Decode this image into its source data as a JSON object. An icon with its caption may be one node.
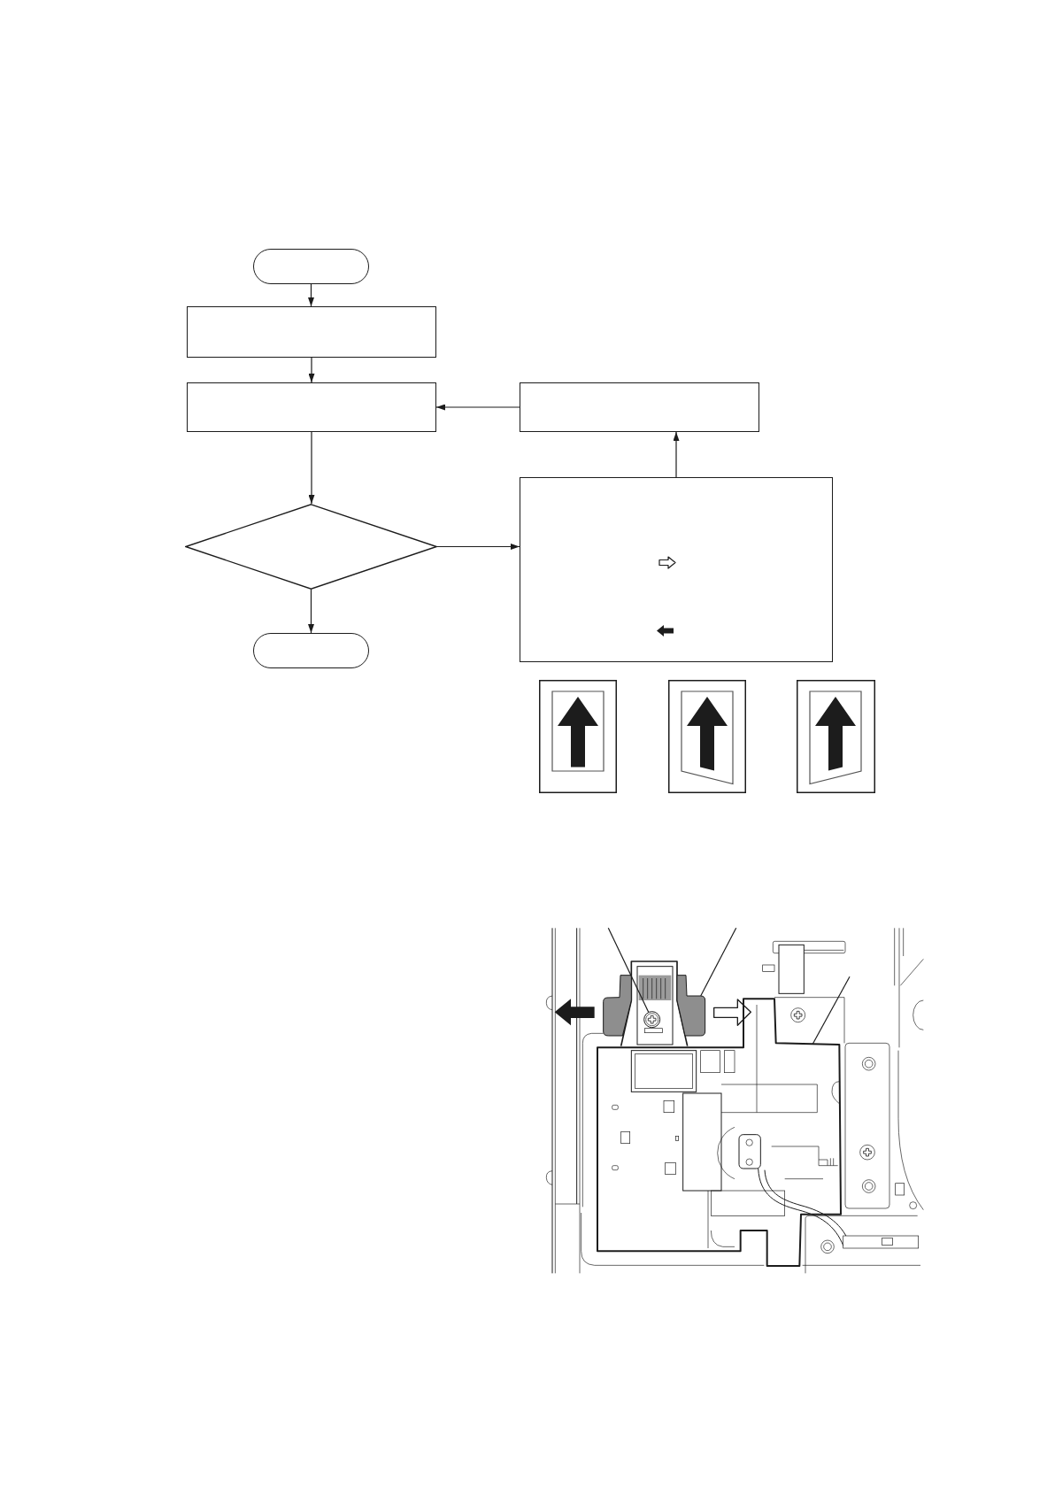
{
  "diagram": {
    "nodes": [
      {
        "text": [],
        "shape": "capsule"
      },
      {
        "text": [],
        "shape": "box"
      },
      {
        "text": [],
        "shape": "box"
      },
      {
        "text": [],
        "shape": "box"
      },
      {
        "text": [],
        "shape": "diamond"
      },
      {
        "text": [],
        "shape": "box"
      },
      {
        "text": [],
        "shape": "capsule"
      },
      {
        "text": [],
        "shape": "picture"
      },
      {
        "text": [],
        "shape": "picture"
      },
      {
        "text": [],
        "shape": "picture"
      },
      {
        "text": [],
        "shape": "picture"
      },
      {
        "text": [],
        "shape": "picture",
        "in": 10
      },
      {
        "text": [],
        "shape": "picture",
        "in": 11
      },
      {
        "text": [],
        "shape": "picture",
        "in": 10
      }
    ],
    "edges": [
      {
        "from": 0,
        "to": 1,
        "arrow": "to"
      },
      {
        "from": 1,
        "to": 2,
        "arrow": "to"
      },
      {
        "from": 2,
        "to": 4,
        "arrow": "to"
      },
      {
        "from": 4,
        "to": 5,
        "arrow": "to"
      },
      {
        "from": 5,
        "to": 3,
        "arrow": "to"
      },
      {
        "from": 3,
        "to": 2,
        "arrow": "to"
      },
      {
        "from": 4,
        "to": 6,
        "arrow": "to"
      },
      {
        "from": null,
        "to": 12,
        "arrow": "none"
      },
      {
        "from": null,
        "to": 11,
        "arrow": "none"
      },
      {
        "from": null,
        "to": 13,
        "arrow": "none"
      }
    ]
  }
}
